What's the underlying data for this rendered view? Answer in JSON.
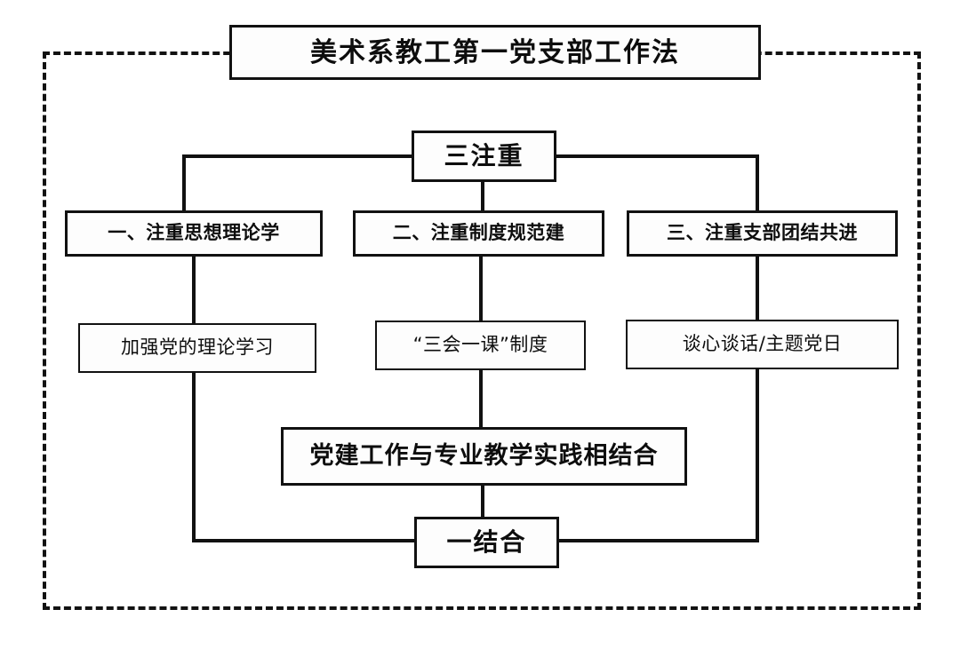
{
  "diagram": {
    "type": "flowchart",
    "title": "美术系教工第一党支部工作法",
    "root": "三注重",
    "bottom": "一结合",
    "branches": [
      {
        "label": "一、注重思想理论学",
        "leaf": "加强党的理论学习"
      },
      {
        "label": "二、注重制度规范建",
        "leaf": "“三会一课”制度"
      },
      {
        "label": "三、注重支部团结共进",
        "leaf": "谈心谈话/主题党日"
      }
    ],
    "combine": "党建工作与专业教学实践相结合",
    "colors": {
      "background": "#ffffff",
      "line": "#111111",
      "text": "#0d0d0d",
      "box_fill": "#fdfdfd",
      "frame": "#121212"
    }
  }
}
